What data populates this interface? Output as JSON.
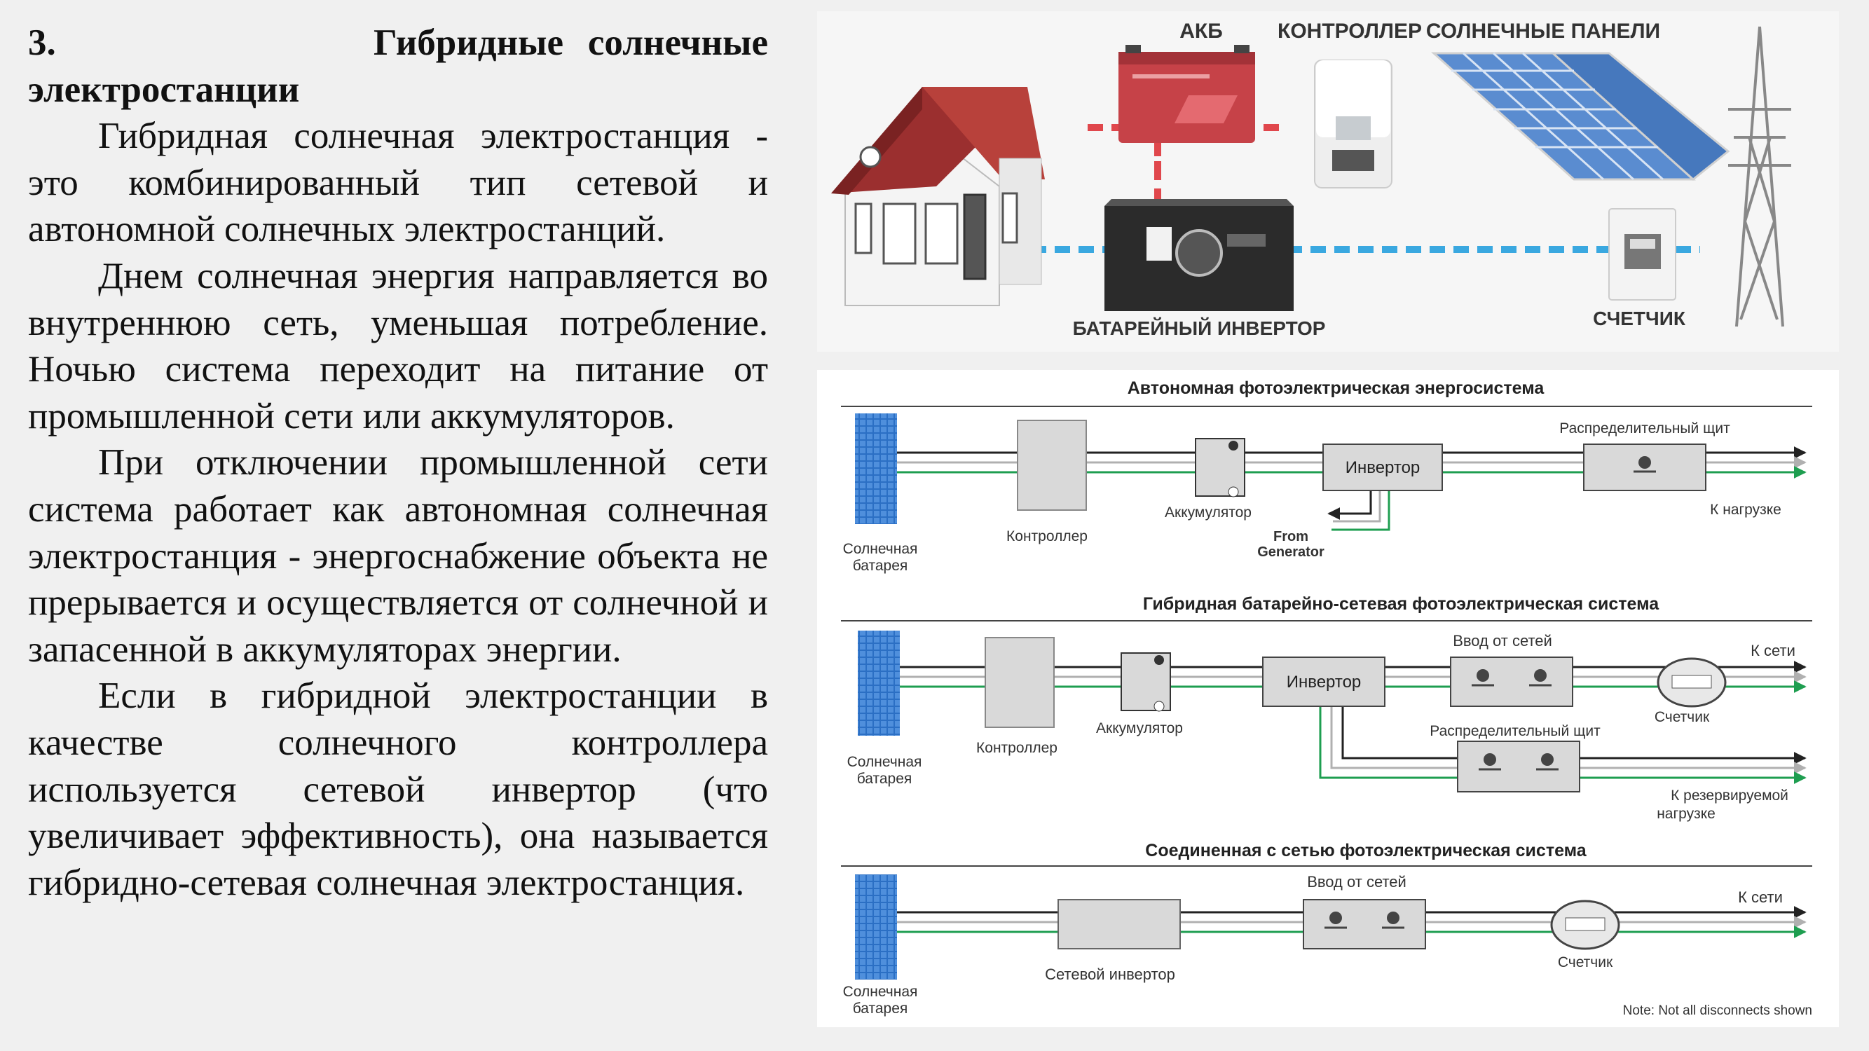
{
  "heading": {
    "number": "3.",
    "title_line1": "Гибридные солнечные",
    "title_line2": "электростанции"
  },
  "paragraphs": [
    "Гибридная солнечная электростанция - это комбинированный тип сетевой и автономной солнечных электростанций.",
    "Днем солнечная энергия направляется во внутреннюю сеть, уменьшая потребление. Ночью система переходит на питание от промышленной сети или аккумуляторов.",
    "При отключении промышленной сети система работает как автономная солнечная электростанция - энергоснабжение объекта не прерывается и осуществляется от солнечной и запасенной в аккумуляторах энергии.",
    "Если в гибридной электростанции в качестве солнечного контроллера используется сетевой инвертор (что увеличивает эффективность), она называется гибридно-сетевая солнечная электростанция."
  ],
  "top_diagram": {
    "battery_label": "АКБ",
    "controller_label": "КОНТРОЛЛЕР",
    "panels_label": "СОЛНЕЧНЫЕ ПАНЕЛИ",
    "inverter_label": "БАТАРЕЙНЫЙ ИНВЕРТОР",
    "meter_label": "СЧЕТЧИК",
    "dc_line_color": "#e0474c",
    "ac_line_color": "#3aa8e0"
  },
  "autonomous": {
    "title": "Автономная фотоэлектрическая энергосистема",
    "solar_line1": "Солнечная",
    "solar_line2": "батарея",
    "controller": "Контроллер",
    "accumulator": "Аккумулятор",
    "inverter": "Инвертор",
    "generator_line1": "From",
    "generator_line2": "Generator",
    "panel_board": "Распределительный щит",
    "load": "К нагрузке"
  },
  "hybrid": {
    "title": "Гибридная батарейно-сетевая фотоэлектрическая система",
    "solar_line1": "Солнечная",
    "solar_line2": "батарея",
    "controller": "Контроллер",
    "accumulator": "Аккумулятор",
    "inverter": "Инвертор",
    "grid_input": "Ввод от сетей",
    "to_grid": "К сети",
    "meter": "Счетчик",
    "panel_board": "Распределительный щит",
    "backup_line1": "К резервируемой",
    "backup_line2": "нагрузке"
  },
  "grid_tied": {
    "title": "Соединенная с сетью фотоэлектрическая система",
    "solar_line1": "Солнечная",
    "solar_line2": "батарея",
    "grid_inverter": "Сетевой инвертор",
    "grid_input": "Ввод от сетей",
    "to_grid": "К сети",
    "meter": "Счетчик",
    "note": "Note: Not all disconnects shown"
  },
  "colors": {
    "wire_black": "#222222",
    "wire_green": "#1e9e50",
    "wire_grey": "#b0b0b0",
    "box_fill": "#d9d9d9",
    "solar_blue": "#2b6fc4"
  }
}
